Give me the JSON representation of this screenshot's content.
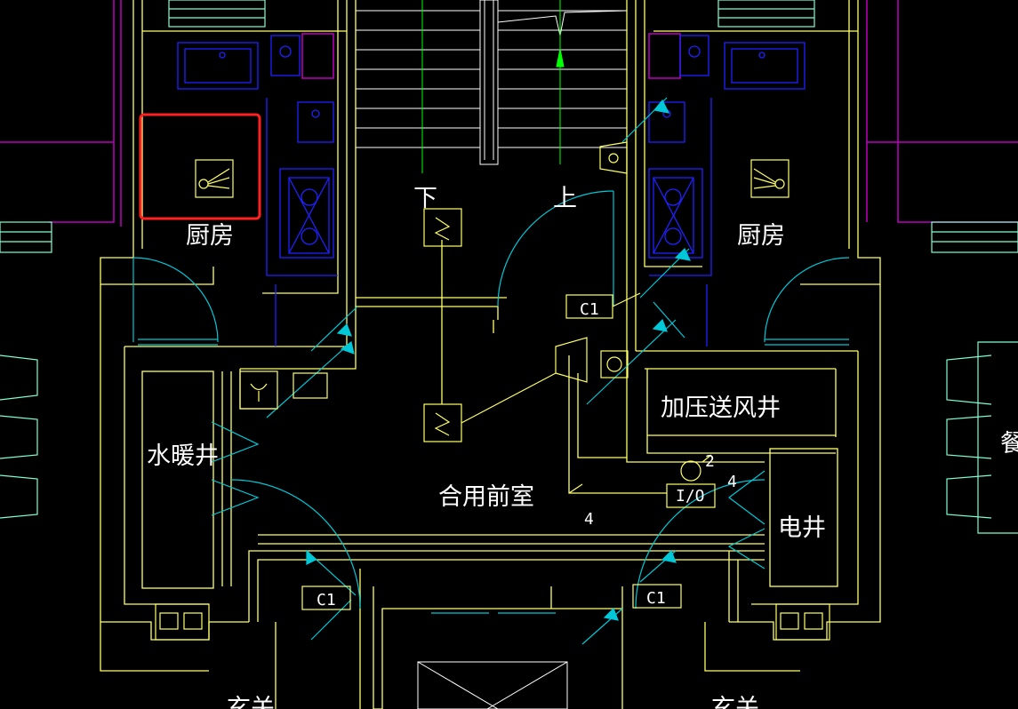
{
  "drawing": {
    "rooms": {
      "kitchen_left": "厨房",
      "kitchen_right": "厨房",
      "water_heating_shaft": "水暖井",
      "pressurized_air_shaft": "加压送风井",
      "shared_front_room": "合用前室",
      "electrical_shaft": "电井",
      "dining_partial": "餐",
      "entrance_left_partial": "玄关",
      "entrance_right_partial": "玄关"
    },
    "stair": {
      "down": "下",
      "up": "上"
    },
    "door_tags": [
      "C1",
      "C1",
      "C1"
    ],
    "equipment": {
      "io_box": "I/O",
      "wire_count_a": "4",
      "wire_count_b": "4",
      "wire_count_c": "2"
    },
    "colors": {
      "background": "#000000",
      "wall": "#ffff66",
      "fixture": "#0000ff",
      "door_arc": "#00c8d8",
      "window": "#7fffd4",
      "highlight": "#ff2020",
      "magenta": "#c000c0",
      "axis": "#00ff00",
      "text": "#ffffff"
    }
  }
}
